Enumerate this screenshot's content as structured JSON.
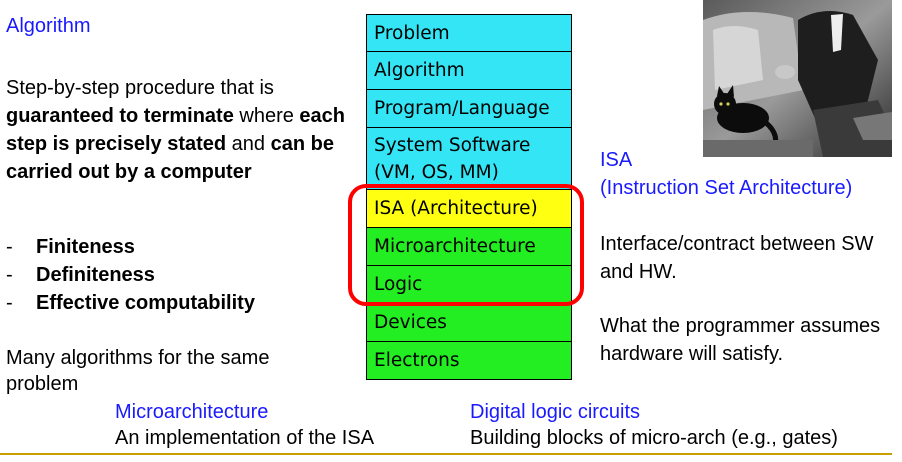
{
  "algorithm": {
    "title": "Algorithm",
    "definition": [
      {
        "text": "Step-by-step procedure that is ",
        "bold": false
      },
      {
        "text": "guaranteed to terminate",
        "bold": true
      },
      {
        "text": " where ",
        "bold": false
      },
      {
        "text": "each step is precisely stated",
        "bold": true
      },
      {
        "text": " and ",
        "bold": false
      },
      {
        "text": "can be carried out by a computer",
        "bold": true
      }
    ],
    "properties": [
      "Finiteness",
      "Definiteness",
      "Effective computability"
    ],
    "note": "Many algorithms for the same problem"
  },
  "stack": {
    "layers": [
      {
        "label": "Problem",
        "color": "#33e5f5"
      },
      {
        "label": "Algorithm",
        "color": "#33e5f5"
      },
      {
        "label": "Program/Language",
        "color": "#33e5f5"
      },
      {
        "label": "System Software (VM, OS, MM)",
        "color": "#33e5f5"
      },
      {
        "label": "ISA (Architecture)",
        "color": "#ffff11"
      },
      {
        "label": "Microarchitecture",
        "color": "#22ee22"
      },
      {
        "label": "Logic",
        "color": "#22ee22"
      },
      {
        "label": "Devices",
        "color": "#22ee22"
      },
      {
        "label": "Electrons",
        "color": "#22ee22"
      }
    ],
    "highlight_color": "#ff0000"
  },
  "isa": {
    "title": "ISA",
    "subtitle": "(Instruction Set Architecture)",
    "description": "Interface/contract between SW and HW.",
    "programmer_note": "What the programmer assumes hardware will satisfy."
  },
  "microarchitecture": {
    "title": "Microarchitecture",
    "description": "An implementation of the ISA"
  },
  "digital_logic": {
    "title": "Digital logic circuits",
    "description": "Building blocks of micro-arch (e.g., gates)"
  },
  "colors": {
    "heading_blue": "#1a1aff",
    "footer_rule": "#c9a000"
  }
}
